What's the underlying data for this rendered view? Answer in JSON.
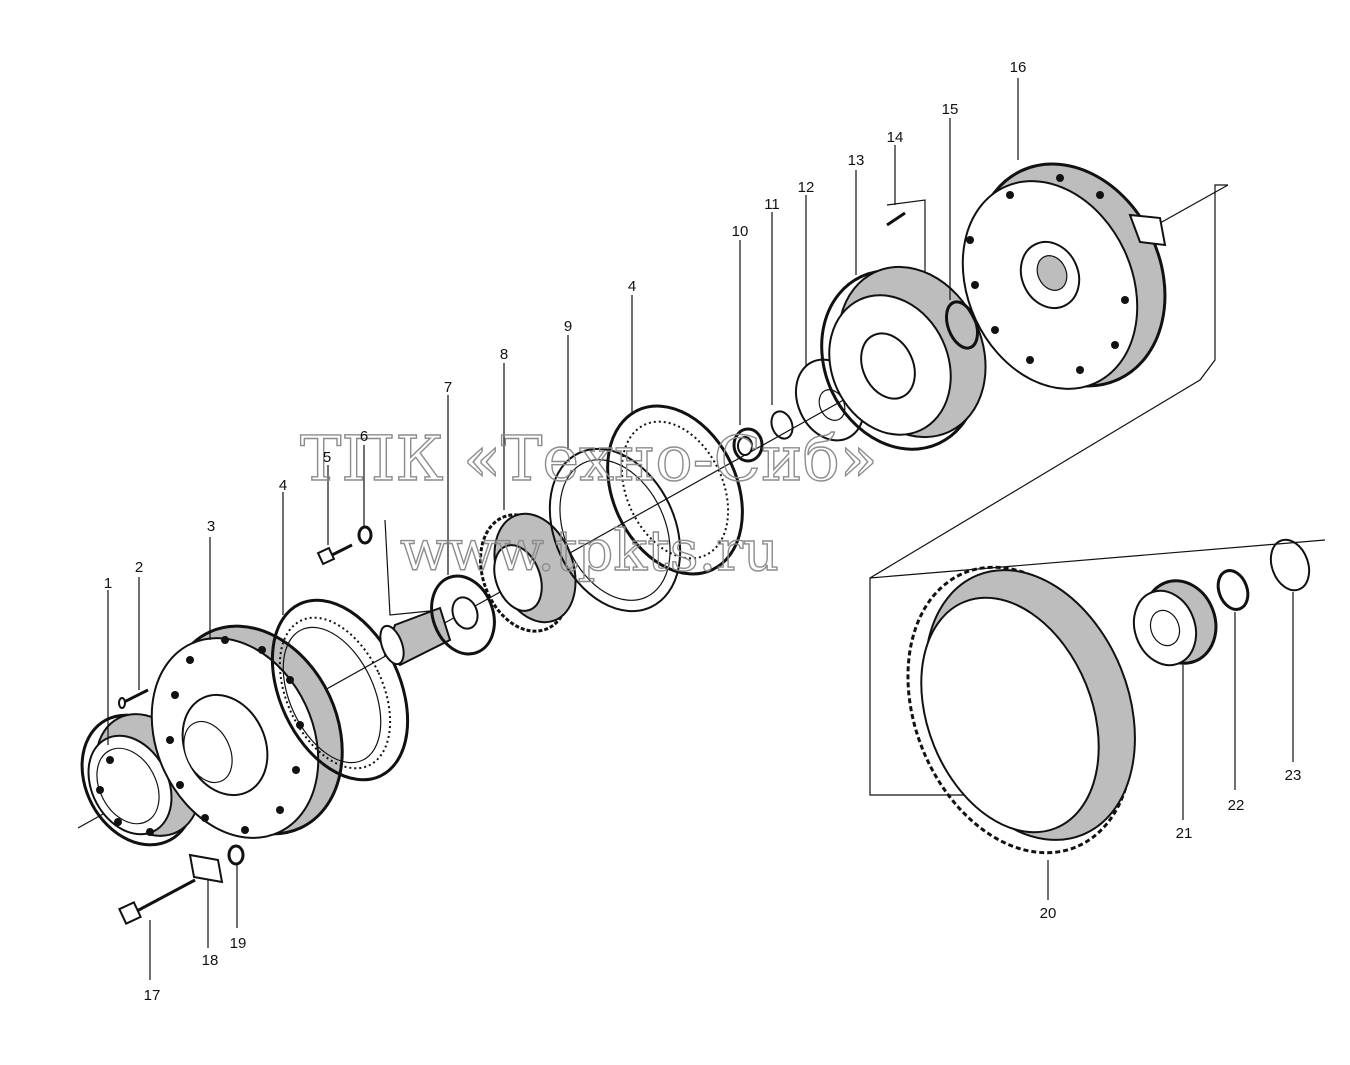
{
  "watermark": {
    "line1": "ТПК «Техно-Сиб»",
    "line2": "www.tpkts.ru"
  },
  "parts": [
    {
      "label": "1"
    },
    {
      "label": "2"
    },
    {
      "label": "3"
    },
    {
      "label": "4"
    },
    {
      "label": "5"
    },
    {
      "label": "6"
    },
    {
      "label": "7"
    },
    {
      "label": "8"
    },
    {
      "label": "9"
    },
    {
      "label": "4"
    },
    {
      "label": "10"
    },
    {
      "label": "11"
    },
    {
      "label": "12"
    },
    {
      "label": "13"
    },
    {
      "label": "14"
    },
    {
      "label": "15"
    },
    {
      "label": "16"
    },
    {
      "label": "17"
    },
    {
      "label": "18"
    },
    {
      "label": "19"
    },
    {
      "label": "20"
    },
    {
      "label": "21"
    },
    {
      "label": "22"
    },
    {
      "label": "23"
    }
  ]
}
